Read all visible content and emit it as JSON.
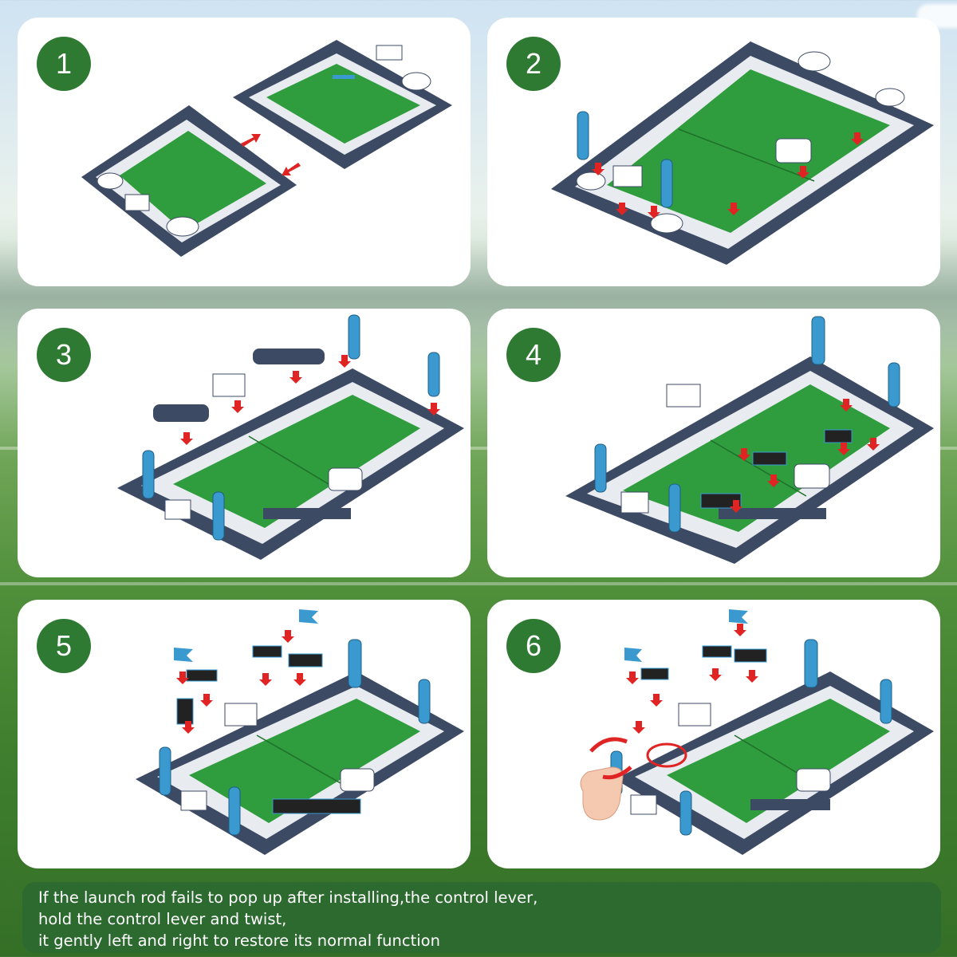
{
  "steps": [
    {
      "number": "1"
    },
    {
      "number": "2"
    },
    {
      "number": "3"
    },
    {
      "number": "4"
    },
    {
      "number": "5"
    },
    {
      "number": "6"
    }
  ],
  "note": {
    "line1": "If the launch rod fails to pop up after installing,the control lever,",
    "line2": "hold the control lever and twist,",
    "line3": "it gently left and right to restore its normal function"
  },
  "colors": {
    "badge": "#2f7a33",
    "note_bg": "#2d6a2f",
    "base": "#3d4a63",
    "field": "#2f9d3e",
    "rod": "#3a9ad0",
    "arrow": "#e02424"
  }
}
